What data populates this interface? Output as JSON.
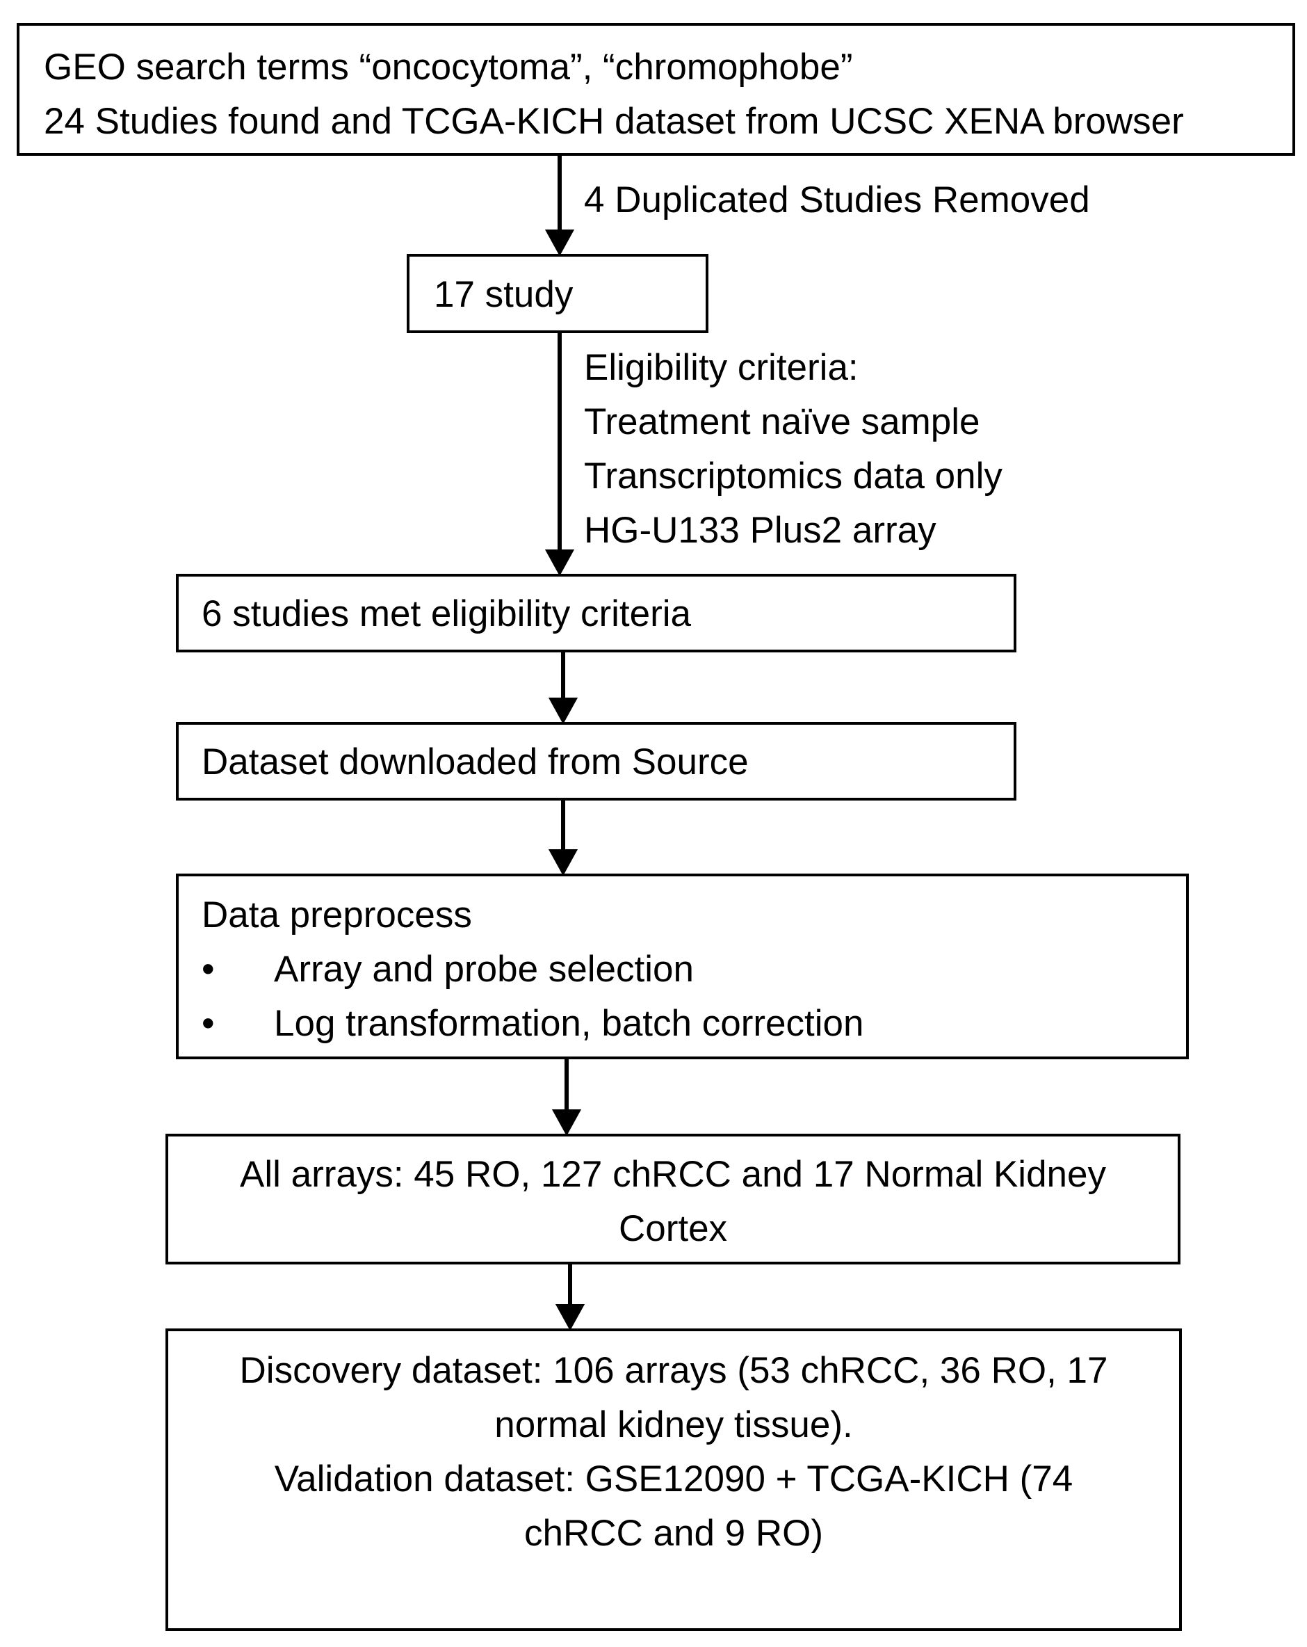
{
  "flowchart": {
    "box_search": {
      "line1": "GEO search terms “oncocytoma”, “chromophobe”",
      "line2": "24 Studies found and TCGA-KICH dataset from UCSC XENA browser"
    },
    "label_duplicates": "4 Duplicated Studies Removed",
    "box_17": "17 study",
    "label_eligibility": {
      "line1": "Eligibility criteria:",
      "line2": "Treatment naïve sample",
      "line3": "Transcriptomics data only",
      "line4": "HG-U133 Plus2 array"
    },
    "box_6": "6 studies met eligibility criteria",
    "box_download": "Dataset downloaded from Source",
    "box_preprocess": {
      "title": "Data preprocess",
      "bullet": "•",
      "item1": "Array and probe selection",
      "item2": "Log transformation, batch correction"
    },
    "box_all_arrays": {
      "line1": "All arrays: 45 RO, 127 chRCC and 17 Normal Kidney",
      "line2": "Cortex"
    },
    "box_final": {
      "line1": "Discovery dataset: 106 arrays (53 chRCC, 36 RO, 17",
      "line2": "normal kidney tissue).",
      "line3": "Validation dataset: GSE12090 + TCGA-KICH (74",
      "line4": "chRCC and 9 RO)"
    }
  }
}
